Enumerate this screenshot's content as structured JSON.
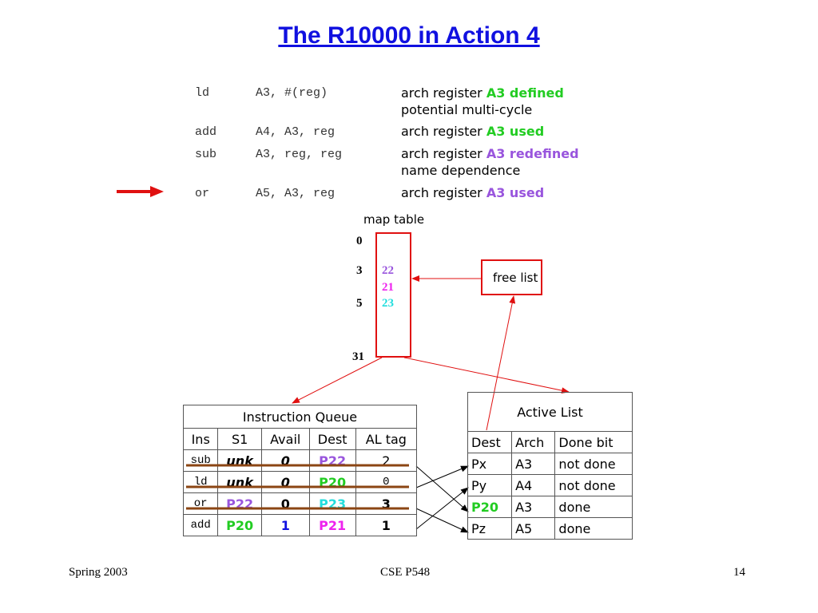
{
  "title": "The R10000 in Action 4",
  "code": [
    {
      "op": "ld",
      "args": "A3, #(reg)",
      "desc_prefix": "arch register ",
      "desc_hl": "A3 defined",
      "hl_color": "#22cc22",
      "desc2": "potential multi-cycle"
    },
    {
      "op": "add",
      "args": "A4, A3, reg",
      "desc_prefix": "arch register ",
      "desc_hl": "A3 used",
      "hl_color": "#22cc22",
      "desc2": ""
    },
    {
      "op": "sub",
      "args": "A3, reg, reg",
      "desc_prefix": "arch register ",
      "desc_hl": "A3 redefined",
      "hl_color": "#9955dd",
      "desc2": "name dependence"
    },
    {
      "op": "or",
      "args": "A5, A3, reg",
      "desc_prefix": "arch register ",
      "desc_hl": "A3 used",
      "hl_color": "#9955dd",
      "desc2": ""
    }
  ],
  "map_table": {
    "label": "map table",
    "indices": [
      "0",
      "3",
      "5",
      "31"
    ],
    "entries": [
      {
        "value": "22",
        "color": "#9955dd"
      },
      {
        "value": "21",
        "color": "#ee22ee"
      },
      {
        "value": "23",
        "color": "#22dddd"
      }
    ]
  },
  "free_list": {
    "label": "free list"
  },
  "instruction_queue": {
    "title": "Instruction Queue",
    "headers": [
      "Ins",
      "S1",
      "Avail",
      "Dest",
      "AL tag"
    ],
    "rows": [
      {
        "ins": "sub",
        "s1": "unk",
        "avail": "0",
        "dest": "P22",
        "tag": "2"
      },
      {
        "ins": "ld",
        "s1": "unk",
        "avail": "0",
        "dest": "P20",
        "tag": "0"
      },
      {
        "ins": "or",
        "s1": "P22",
        "avail": "0",
        "dest": "P23",
        "tag": "3"
      },
      {
        "ins": "add",
        "s1": "P20",
        "avail": "1",
        "dest": "P21",
        "tag": "1"
      }
    ]
  },
  "active_list": {
    "title": "Active List",
    "headers": [
      "Dest",
      "Arch",
      "Done bit"
    ],
    "rows": [
      {
        "dest": "Px",
        "arch": "A3",
        "done": "not done"
      },
      {
        "dest": "Py",
        "arch": "A4",
        "done": "not done"
      },
      {
        "dest": "P20",
        "arch": "A3",
        "done": "done"
      },
      {
        "dest": "Pz",
        "arch": "A5",
        "done": "done"
      }
    ]
  },
  "colors": {
    "accent_red": "#e01010",
    "title_blue": "#1010e0",
    "strike_brown": "#8b4513",
    "green": "#22cc22",
    "purple": "#9955dd",
    "magenta": "#ee22ee",
    "cyan": "#22dddd",
    "blue": "#1010e0"
  },
  "footer": {
    "left": "Spring 2003",
    "center": "CSE P548",
    "right": "14"
  }
}
